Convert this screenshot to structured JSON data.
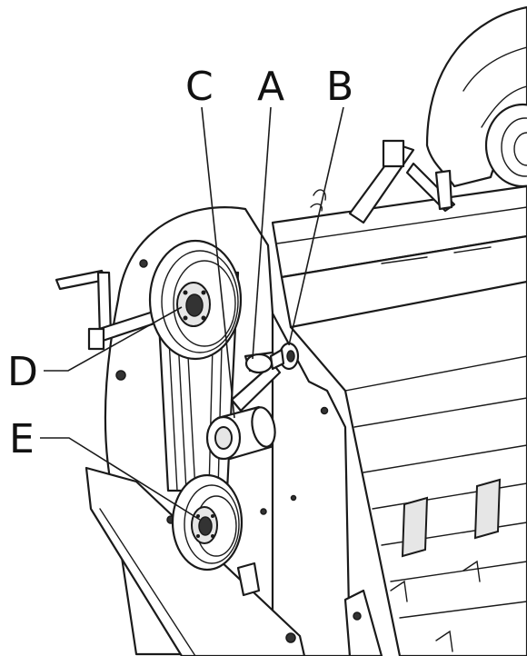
{
  "callouts": {
    "a": "A",
    "b": "B",
    "c": "C",
    "d": "D",
    "e": "E"
  },
  "colors": {
    "line": "#1a1a1a",
    "fill": "#ffffff",
    "shade": "#e6e6e6"
  }
}
